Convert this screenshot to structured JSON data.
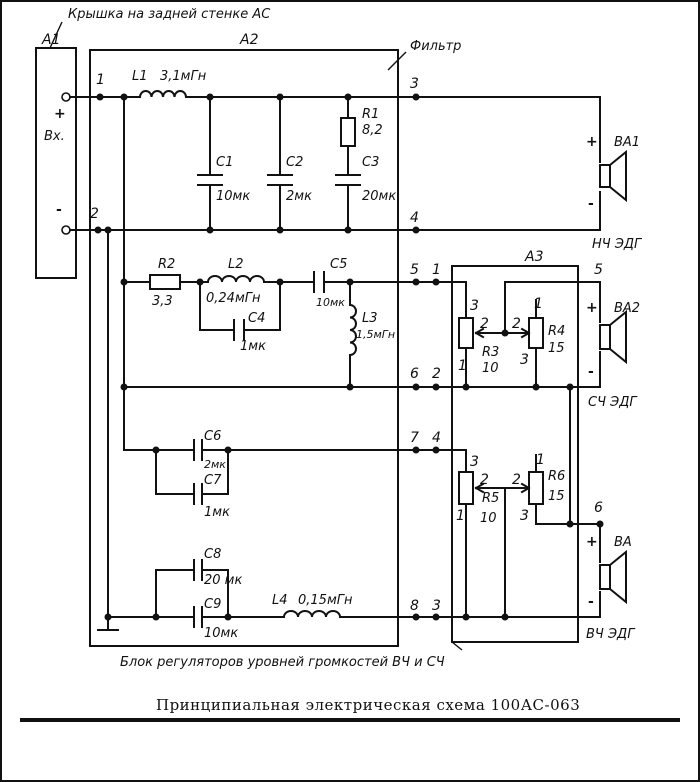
{
  "labels": {
    "cover_note": "Крышка на задней стенке АС",
    "a1": "A1",
    "a2": "A2",
    "a3": "A3",
    "filter": "Фильтр",
    "input_plus": "+",
    "input_minus": "-",
    "input": "Вх.",
    "bottom_note": "Блок регуляторов уровней громкостей ВЧ и СЧ",
    "caption": "Принципиальная электрическая схема 100АС-063"
  },
  "components": {
    "L1": {
      "ref": "L1",
      "value": "3,1мГн"
    },
    "C1": {
      "ref": "C1",
      "value": "10мк"
    },
    "C2": {
      "ref": "C2",
      "value": "2мк"
    },
    "R1": {
      "ref": "R1",
      "value": "8,2"
    },
    "C3": {
      "ref": "C3",
      "value": "20мк"
    },
    "R2": {
      "ref": "R2",
      "value": "3,3"
    },
    "L2": {
      "ref": "L2",
      "value": "0,24мГн"
    },
    "C4": {
      "ref": "C4",
      "value": "1мк"
    },
    "C5": {
      "ref": "C5",
      "value": "10мк"
    },
    "L3": {
      "ref": "L3",
      "value": "1,5мГн"
    },
    "C6": {
      "ref": "C6",
      "value": "2мк"
    },
    "C7": {
      "ref": "C7",
      "value": "1мк"
    },
    "C8": {
      "ref": "C8",
      "value": "20 мк"
    },
    "C9": {
      "ref": "C9",
      "value": "10мк"
    },
    "L4": {
      "ref": "L4",
      "value": "0,15мГн"
    },
    "R3": {
      "ref": "R3",
      "value": "10"
    },
    "R4": {
      "ref": "R4",
      "value": "15"
    },
    "R5": {
      "ref": "R5",
      "value": "10"
    },
    "R6": {
      "ref": "R6",
      "value": "15"
    }
  },
  "speakers": {
    "ba1": {
      "ref": "ВА1",
      "name": "НЧ ЭДГ"
    },
    "ba2": {
      "ref": "ВА2",
      "name": "СЧ ЭДГ"
    },
    "ba3": {
      "ref": "ВА",
      "name": "ВЧ ЭДГ"
    }
  },
  "pins": {
    "a2_1": "1",
    "a2_2": "2",
    "a2_3": "3",
    "a2_4": "4",
    "a2_5": "5",
    "a2_6": "6",
    "a2_7": "7",
    "a2_8": "8",
    "a3_1": "1",
    "a3_2": "2",
    "a3_3": "3",
    "a3_4": "4",
    "a3_5": "5",
    "a3_6": "6",
    "pot_1": "1",
    "pot_2": "2",
    "pot_3": "3"
  },
  "polarity": {
    "plus": "+",
    "minus": "-"
  }
}
